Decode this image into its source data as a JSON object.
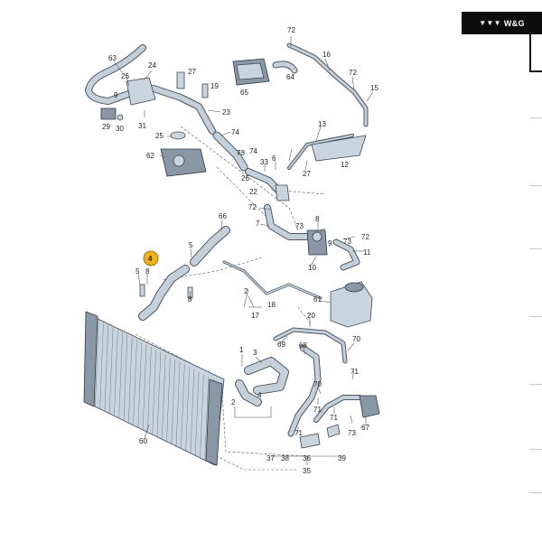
{
  "brand": {
    "logo_mark": "▼▼▼",
    "name": "W&G"
  },
  "highlight": {
    "label": "4",
    "color": "#f2b21b"
  },
  "colors": {
    "hose": "#c3d0da",
    "outline": "#3b4551",
    "radiator": "#b9c6d1"
  },
  "callouts": [
    "72",
    "63",
    "24",
    "27",
    "19",
    "65",
    "64",
    "16",
    "72",
    "15",
    "26",
    "9",
    "23",
    "13",
    "29",
    "30",
    "31",
    "74",
    "74",
    "25",
    "62",
    "73",
    "27",
    "33",
    "6",
    "12",
    "26",
    "22",
    "72",
    "66",
    "7",
    "8",
    "72",
    "73",
    "73",
    "5",
    "9",
    "11",
    "10",
    "5",
    "8",
    "8",
    "61",
    "2",
    "18",
    "17",
    "3",
    "1",
    "20",
    "4",
    "69",
    "68",
    "70",
    "60",
    "71",
    "70",
    "2",
    "71",
    "71",
    "73",
    "71",
    "67",
    "37",
    "38",
    "36",
    "35",
    "39"
  ]
}
